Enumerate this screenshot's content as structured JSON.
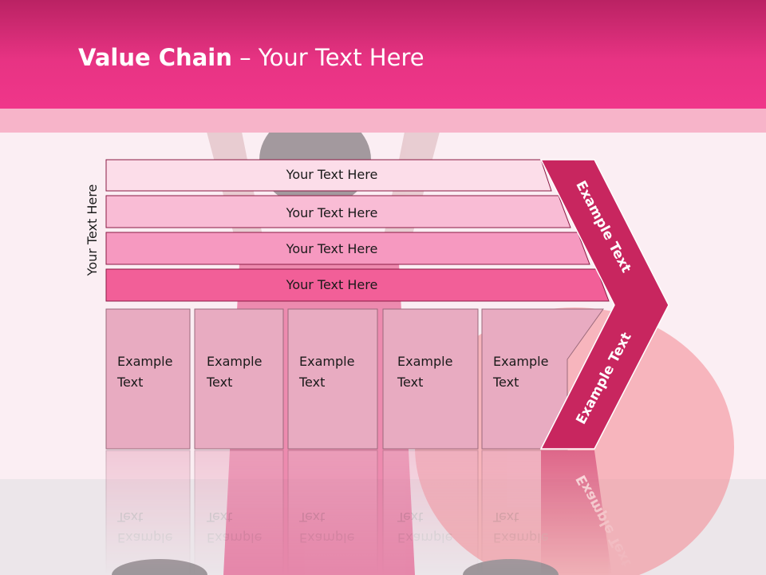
{
  "slide": {
    "title_bold": "Value Chain",
    "title_rest": " – Your Text Here"
  },
  "diagram": {
    "side_label": "Your Text Here",
    "rows": [
      {
        "label": "Your Text Here",
        "color": "#fcdde9"
      },
      {
        "label": "Your Text Here",
        "color": "#f9bcd5"
      },
      {
        "label": "Your Text Here",
        "color": "#f699c0"
      },
      {
        "label": "Your Text Here",
        "color": "#f25f98"
      }
    ],
    "boxes": [
      {
        "line1": "Example",
        "line2": "Text"
      },
      {
        "line1": "Example",
        "line2": "Text"
      },
      {
        "line1": "Example",
        "line2": "Text"
      },
      {
        "line1": "Example",
        "line2": "Text"
      },
      {
        "line1": "Example",
        "line2": "Text"
      }
    ],
    "arrow_upper_label": "Example Text",
    "arrow_lower_label": "Example Text"
  },
  "colors": {
    "header": "#e73383",
    "arrow": "#c8265f",
    "box": "#e8abc1"
  }
}
